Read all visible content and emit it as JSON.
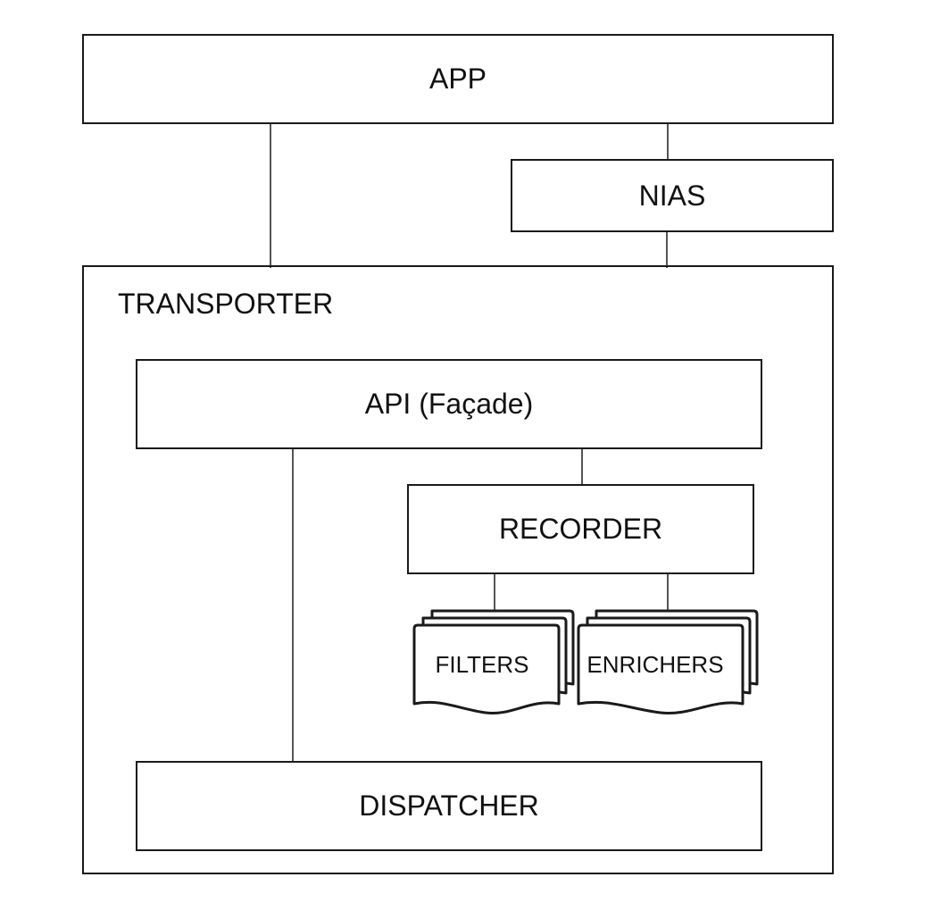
{
  "app": {
    "label": "APP"
  },
  "nias": {
    "label": "NIAS"
  },
  "transporter": {
    "label": "TRANSPORTER",
    "api": {
      "label": "API (Façade)"
    },
    "recorder": {
      "label": "RECORDER"
    },
    "filters": {
      "label": "FILTERS"
    },
    "enrichers": {
      "label": "ENRICHERS"
    },
    "dispatcher": {
      "label": "DISPATCHER"
    }
  }
}
